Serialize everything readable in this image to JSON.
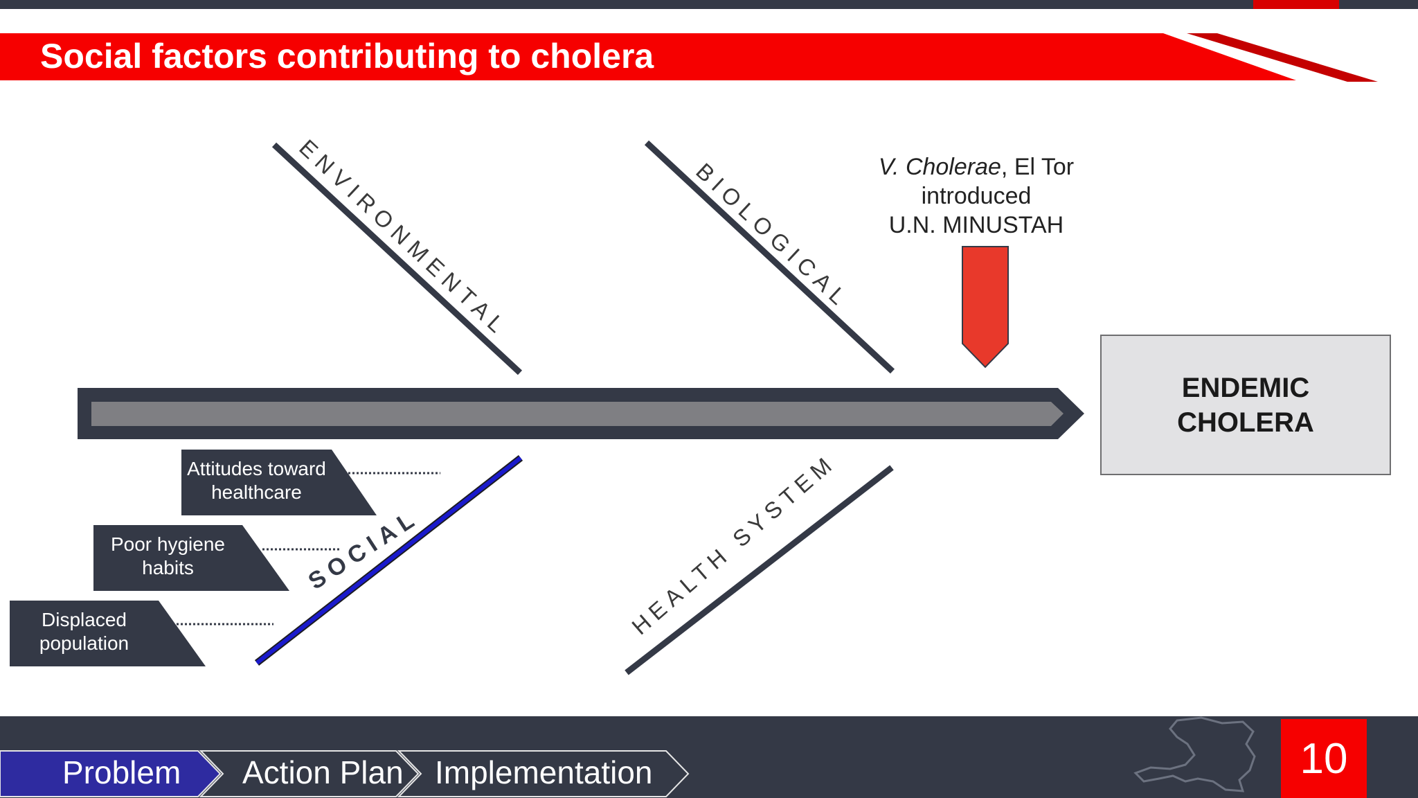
{
  "slide": {
    "title": "Social factors contributing to cholera",
    "page_number": "10"
  },
  "fishbone": {
    "effect": {
      "line1": "ENDEMIC",
      "line2": "CHOLERA"
    },
    "categories": {
      "environmental": "ENVIRONMENTAL",
      "biological": "BIOLOGICAL",
      "social": "SOCIAL",
      "health_system": "HEALTH SYSTEM"
    },
    "cause": {
      "organism": "V. Cholerae",
      "strain": ", El Tor",
      "line2": "introduced",
      "line3": "U.N. MINUSTAH"
    },
    "social_factors": [
      {
        "line1": "Attitudes toward",
        "line2": "healthcare"
      },
      {
        "line1": "Poor hygiene",
        "line2": "habits"
      },
      {
        "line1": "Displaced",
        "line2": "population"
      }
    ]
  },
  "nav": {
    "steps": [
      {
        "label": "Problem",
        "active": true
      },
      {
        "label": "Action Plan",
        "active": false
      },
      {
        "label": "Implementation",
        "active": false
      }
    ]
  },
  "colors": {
    "brand_red": "#f60000",
    "dark_slate": "#343946",
    "active_step": "#2e2ba0",
    "social_bone": "#1a1acc",
    "cause_arrow": "#e8392b"
  }
}
